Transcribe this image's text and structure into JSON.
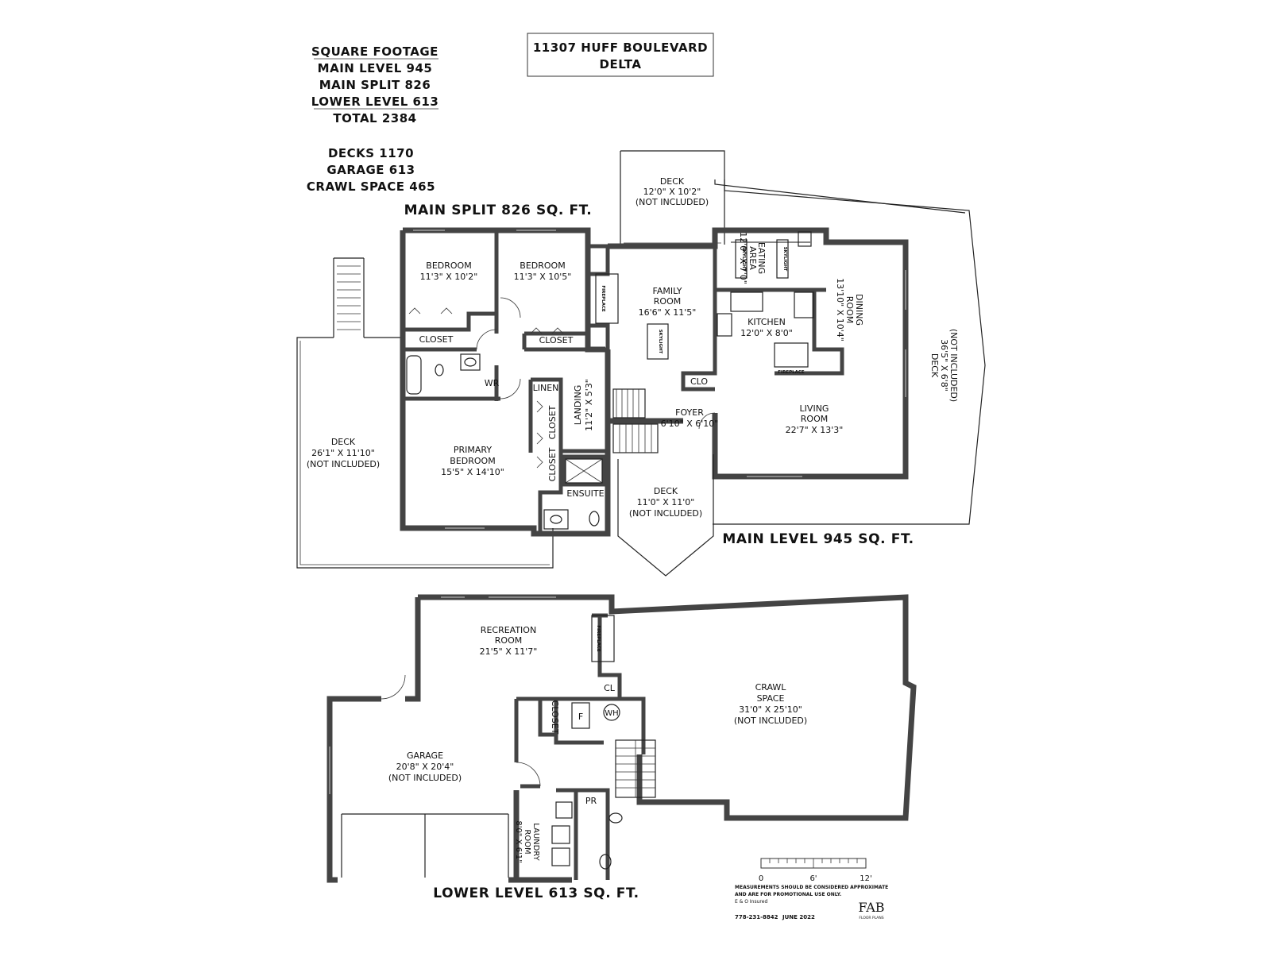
{
  "square_footage": {
    "heading": "SQUARE FOOTAGE",
    "main_level": "MAIN LEVEL 945",
    "main_split": "MAIN SPLIT 826",
    "lower_level": "LOWER LEVEL 613",
    "total": "TOTAL 2384"
  },
  "extras": {
    "decks": "DECKS 1170",
    "garage": "GARAGE 613",
    "crawl": "CRAWL SPACE 465"
  },
  "address": {
    "line1": "11307 HUFF BOULEVARD",
    "line2": "DELTA"
  },
  "levels": {
    "main_split": "MAIN SPLIT 826 SQ. FT.",
    "main": "MAIN LEVEL 945 SQ. FT.",
    "lower": "LOWER LEVEL 613 SQ. FT."
  },
  "rooms": {
    "bedroom1": {
      "name": "BEDROOM",
      "size": "11'3\" X 10'2\""
    },
    "bedroom2": {
      "name": "BEDROOM",
      "size": "11'3\" X 10'5\""
    },
    "closet1": "CLOSET",
    "closet2": "CLOSET",
    "closet3": "CLOSET",
    "closet4": "CLOSET",
    "closet_lower": "CLOSET",
    "wr": "WR",
    "linen": "LINEN",
    "landing": {
      "name": "LANDING",
      "size": "11'2\" X 5'3\""
    },
    "primary": {
      "name1": "PRIMARY",
      "name2": "BEDROOM",
      "size": "15'5\" X 14'10\""
    },
    "ensuite": "ENSUITE",
    "deck_west": {
      "name": "DECK",
      "size": "26'1\" X 11'10\"",
      "note": "(NOT INCLUDED)"
    },
    "deck_north": {
      "name": "DECK",
      "size": "12'0\" X 10'2\"",
      "note": "(NOT INCLUDED)"
    },
    "deck_south": {
      "name": "DECK",
      "size": "11'0\" X 11'0\"",
      "note": "(NOT INCLUDED)"
    },
    "deck_east": {
      "name": "DECK",
      "size": "36'5\" X 6'8\"",
      "note": "(NOT INCLUDED)"
    },
    "family": {
      "name1": "FAMILY",
      "name2": "ROOM",
      "size": "16'6\" X 11'5\""
    },
    "clo": "CLO",
    "foyer": {
      "name": "FOYER",
      "size": "6'10\" X 6'10\""
    },
    "eating": {
      "name1": "EATING",
      "name2": "AREA",
      "size": "12'0\" X 7'0\""
    },
    "kitchen": {
      "name": "KITCHEN",
      "size": "12'0\" X 8'0\""
    },
    "dining": {
      "name1": "DINING",
      "name2": "ROOM",
      "size": "13'10\" X 10'4\""
    },
    "living": {
      "name1": "LIVING",
      "name2": "ROOM",
      "size": "22'7\" X 13'3\""
    },
    "recreation": {
      "name1": "RECREATION",
      "name2": "ROOM",
      "size": "21'5\" X 11'7\""
    },
    "cl": "CL",
    "furnace": "F",
    "water_heater": "WH",
    "crawl": {
      "name1": "CRAWL",
      "name2": "SPACE",
      "size": "31'0\" X 25'10\"",
      "note": "(NOT INCLUDED)"
    },
    "garage": {
      "name": "GARAGE",
      "size": "20'8\" X 20'4\"",
      "note": "(NOT INCLUDED)"
    },
    "laundry": {
      "name1": "LAUNDRY",
      "name2": "ROOM",
      "size": "8'0\" X 6'1\""
    },
    "pr": "PR"
  },
  "fixtures": {
    "skylight": "SKYLIGHT",
    "fireplace": "FIREPLACE"
  },
  "scale": {
    "zero": "0",
    "mid": "6'",
    "end": "12'"
  },
  "footer": {
    "disclaimer1": "MEASUREMENTS SHOULD BE CONSIDERED APPROXIMATE",
    "disclaimer2": "AND ARE FOR PROMOTIONAL USE ONLY.",
    "insured": "E & O Insured",
    "phone": "778-231-8842",
    "date": "JUNE 2022",
    "logo": "FAB",
    "logo_sub": "FLOOR PLANS"
  },
  "colors": {
    "wall": "#444444",
    "ink": "#111111"
  }
}
